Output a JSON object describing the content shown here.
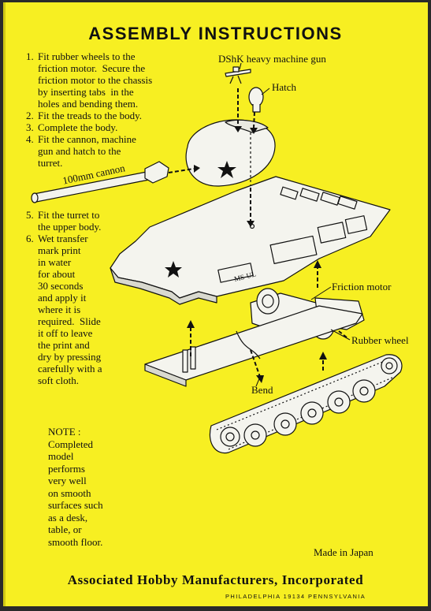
{
  "title": "ASSEMBLY INSTRUCTIONS",
  "steps_part1": [
    {
      "num": "1.",
      "text": "Fit rubber wheels to the\nfriction motor.  Secure the\nfriction motor to the chassis\nby inserting tabs  in the\nholes and bending them."
    },
    {
      "num": "2.",
      "text": "Fit the treads to the body."
    },
    {
      "num": "3.",
      "text": "Complete the body."
    },
    {
      "num": "4.",
      "text": "Fit the cannon, machine\ngun and hatch to the\nturret."
    }
  ],
  "steps_part2": [
    {
      "num": "5.",
      "text": "Fit the turret to\nthe upper body."
    },
    {
      "num": "6.",
      "text": "Wet transfer\nmark print\nin water\nfor about\n30 seconds\nand apply it\nwhere it is\nrequired.  Slide\nit off to leave\nthe print and\ndry by pressing\ncarefully with a\nsoft cloth."
    }
  ],
  "callouts": {
    "machine_gun": "DShK heavy machine gun",
    "hatch": "Hatch",
    "cannon": "100mm cannon",
    "friction_motor": "Friction motor",
    "rubber_wheel": "Rubber wheel",
    "bend": "Bend"
  },
  "hull_marking": "MS-UL",
  "note": {
    "heading": "NOTE :",
    "text": "Completed\nmodel\nperforms\nvery well\non smooth\nsurfaces such\nas a desk,\ntable, or\nsmooth floor."
  },
  "made_in": "Made in Japan",
  "company": "Associated Hobby Manufacturers, Incorporated",
  "address": "PHILADELPHIA 19134 PENNSYLVANIA",
  "colors": {
    "background": "#f7ef22",
    "ink": "#111111",
    "part": "#f4f4ee"
  }
}
